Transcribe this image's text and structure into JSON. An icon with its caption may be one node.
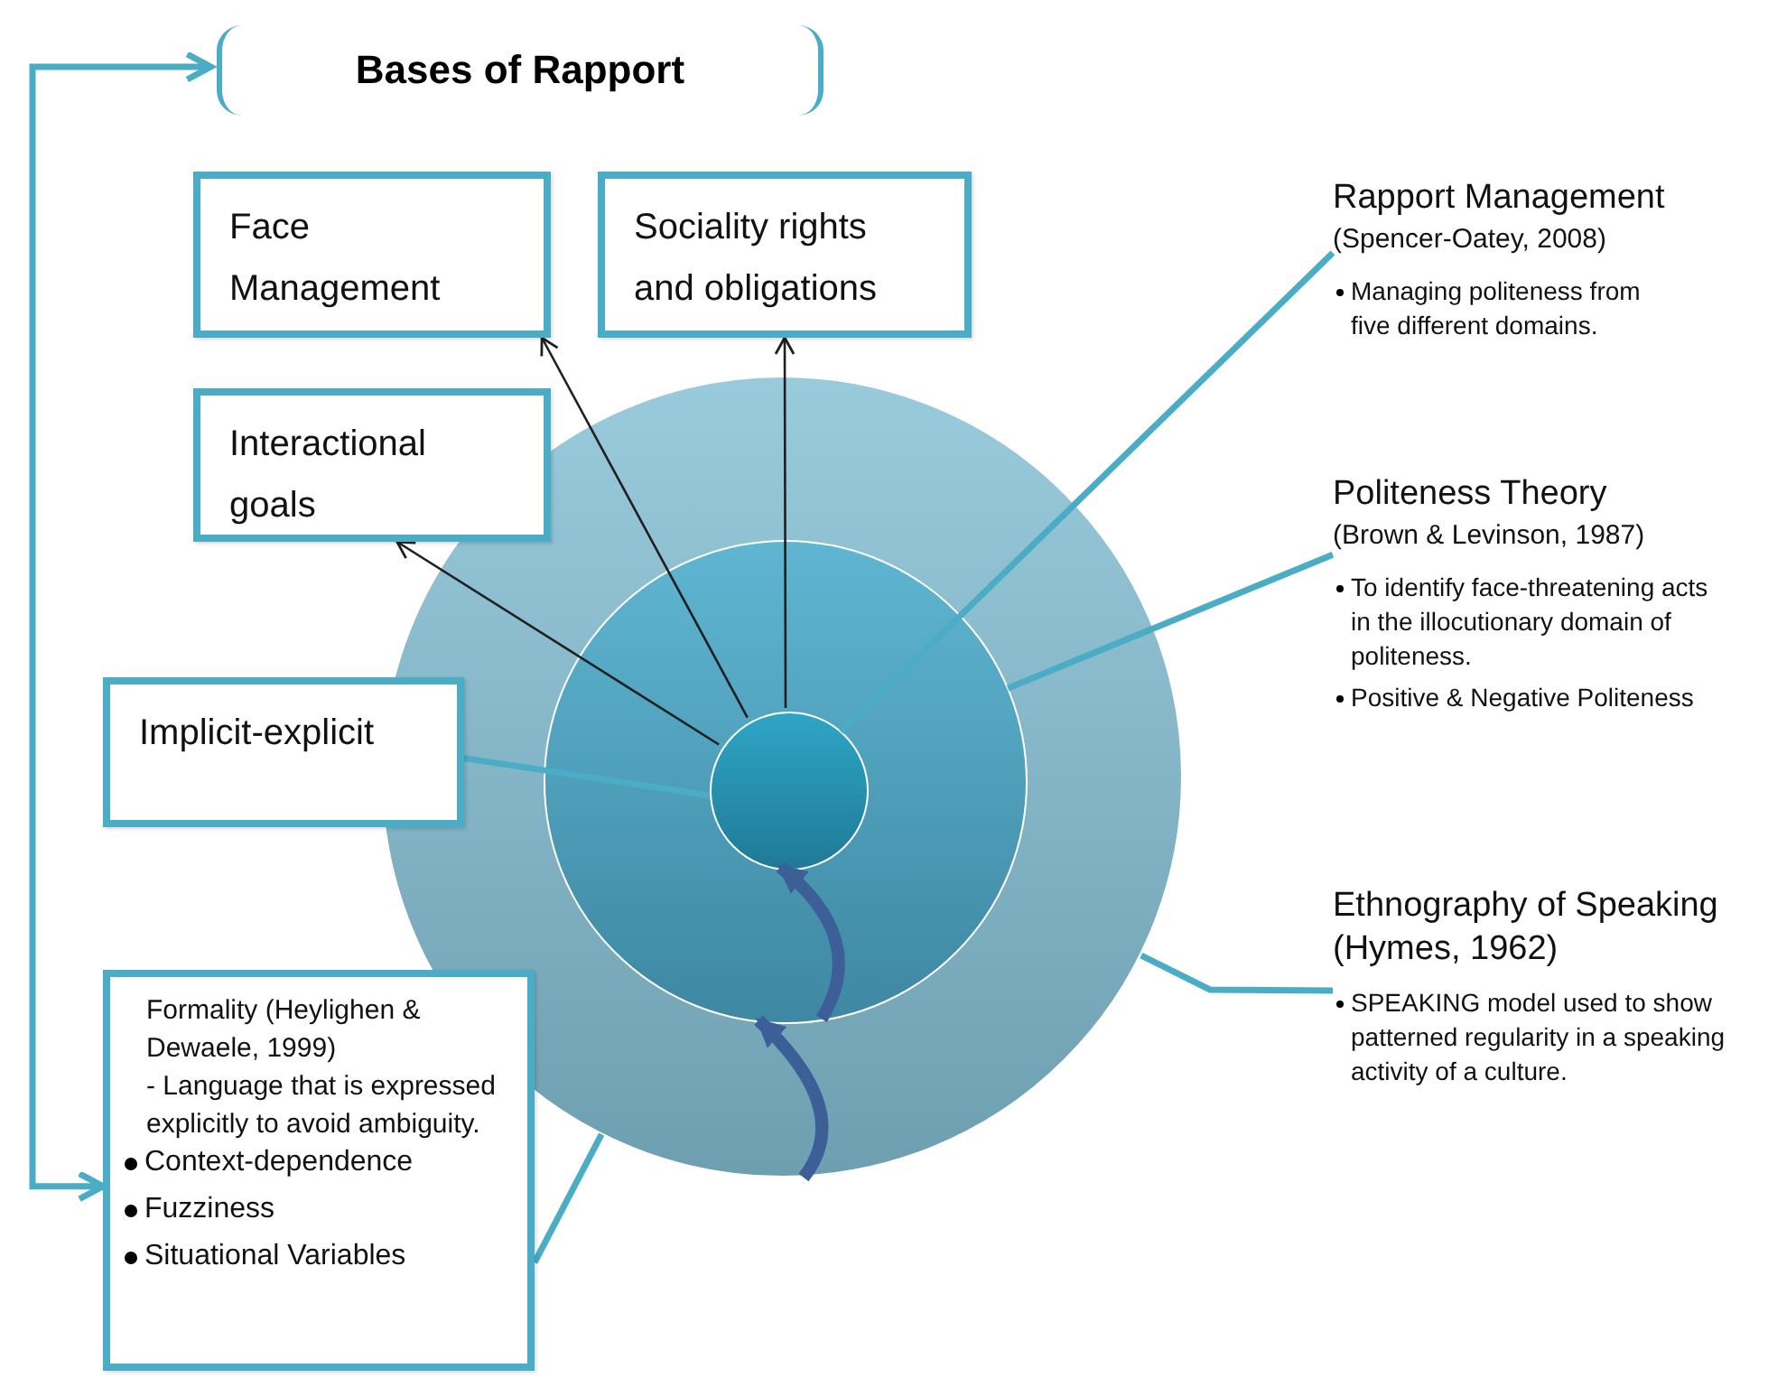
{
  "diagram": {
    "nodes": [
      {
        "text": [
          "Bases of Rapport"
        ]
      },
      {
        "text": [
          "Face Management"
        ]
      },
      {
        "text": [
          "Sociality rights and obligations"
        ]
      },
      {
        "text": [
          "Interactional goals"
        ]
      },
      {
        "text": [],
        "shape": "circle"
      },
      {
        "text": [],
        "shape": "circle",
        "in": 4
      },
      {
        "text": [],
        "shape": "circle",
        "in": 5
      },
      {
        "text": [
          "Implicit-explicit"
        ]
      },
      {
        "text": [
          "Rapport Management",
          "(Spencer-Oatey, 2008)",
          "Managing politeness from five different domains."
        ]
      },
      {
        "text": [
          "Politeness Theory",
          "(Brown & Levinson, 1987)",
          "To identify face-threatening acts in the illocutionary domain of politeness.",
          "Positive & Negative Politeness"
        ]
      },
      {
        "text": [
          "Ethnography of Speaking (Hymes, 1962)",
          "SPEAKING model used to show patterned regularity in a speaking activity of a culture."
        ]
      },
      {
        "text": [
          "Formality (Heylighen & Dewaele, 1999)",
          "- Language that is expressed explicitly to avoid ambiguity.",
          "Context-dependence",
          "Fuzziness",
          "Situational Variables"
        ]
      }
    ],
    "edges": [
      {
        "from": 6,
        "to": 3,
        "arrow": "to",
        "color": "#1f1f1f"
      },
      {
        "from": 6,
        "to": 1,
        "arrow": "to",
        "color": "#1f1f1f"
      },
      {
        "from": 6,
        "to": 2,
        "arrow": "to",
        "color": "#1f1f1f"
      },
      {
        "from": 7,
        "to": 6,
        "arrow": "none"
      },
      {
        "from": 8,
        "to": 6,
        "arrow": "none"
      },
      {
        "from": 9,
        "to": 5,
        "arrow": "none"
      },
      {
        "from": 10,
        "to": 4,
        "arrow": "none"
      },
      {
        "from": 11,
        "to": 4,
        "arrow": "none"
      },
      {
        "from": 11,
        "to": 0,
        "arrow": "both"
      },
      {
        "from": 4,
        "to": 5,
        "arrow": "to",
        "style": "thick",
        "color": "#3d5f98"
      },
      {
        "from": 5,
        "to": 6,
        "arrow": "to",
        "style": "thick",
        "color": "#3d5f98"
      }
    ]
  }
}
